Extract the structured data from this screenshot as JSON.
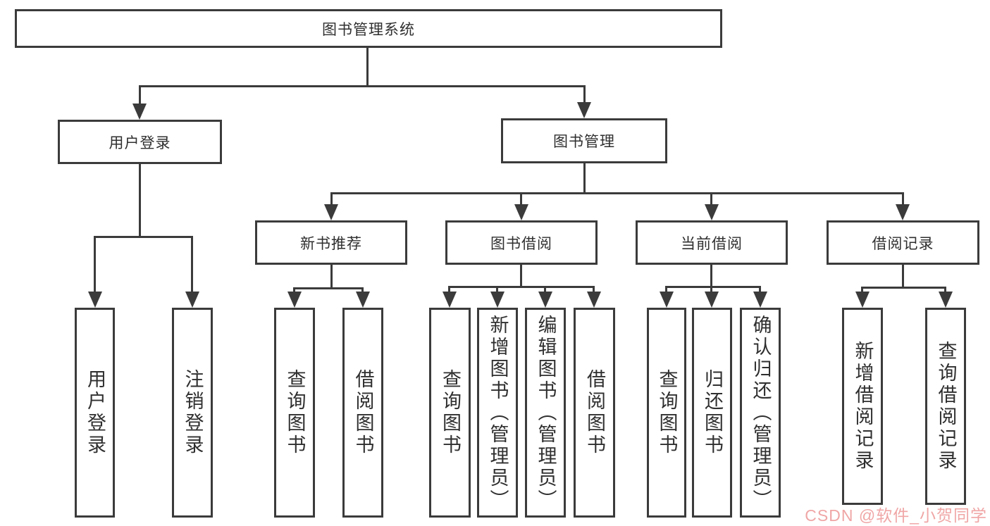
{
  "diagram": {
    "root": "图书管理系统",
    "branches": {
      "user_login": {
        "label": "用户登录",
        "children": [
          "用户登录",
          "注销登录"
        ]
      },
      "book_management": {
        "label": "图书管理",
        "sections": [
          {
            "label": "新书推荐",
            "children": [
              "查询图书",
              "借阅图书"
            ]
          },
          {
            "label": "图书借阅",
            "children": [
              "查询图书",
              "新增图书（管理员）",
              "编辑图书（管理员）",
              "借阅图书"
            ]
          },
          {
            "label": "当前借阅",
            "children": [
              "查询图书",
              "归还图书",
              "确认归还（管理员）"
            ]
          },
          {
            "label": "借阅记录",
            "children": [
              "新增借阅记录",
              "查询借阅记录"
            ]
          }
        ]
      }
    }
  },
  "watermark": {
    "text": "CSDN @软件_小贺同学",
    "color": "#f0a6a6"
  },
  "colors": {
    "line": "#3b3b3b",
    "text": "#2f2f2f",
    "background": "#ffffff"
  }
}
